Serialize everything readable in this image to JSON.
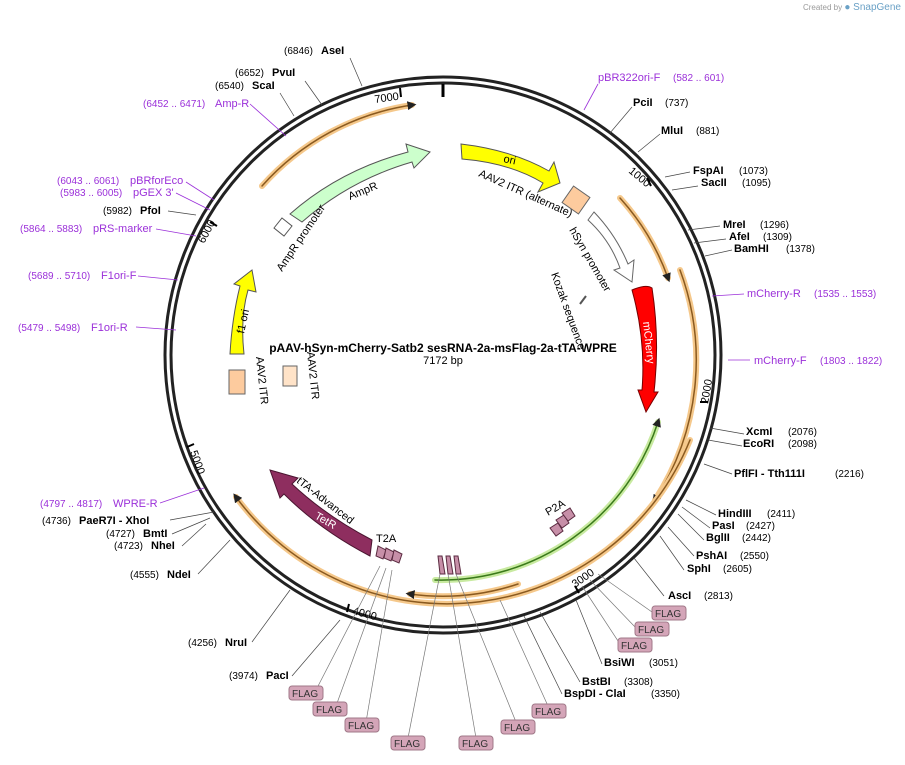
{
  "branding": {
    "created_by": "Created by",
    "brand": "SnapGene"
  },
  "map": {
    "title": "pAAV-hSyn-mCherry-Satb2 sesRNA-2a-msFlag-2a-tTA-WPRE",
    "length": "7172 bp",
    "ticks": [
      "1000",
      "2000",
      "3000",
      "4000",
      "5000",
      "6000",
      "7000"
    ]
  },
  "sites": [
    {
      "name": "AseI",
      "pos": "(6846)"
    },
    {
      "name": "PvuI",
      "pos": "(6652)"
    },
    {
      "name": "ScaI",
      "pos": "(6540)"
    },
    {
      "name": "PfoI",
      "pos": "(5982)"
    },
    {
      "name": "PciI",
      "pos": "(737)"
    },
    {
      "name": "MluI",
      "pos": "(881)"
    },
    {
      "name": "FspAI",
      "pos": "(1073)"
    },
    {
      "name": "SacII",
      "pos": "(1095)"
    },
    {
      "name": "MreI",
      "pos": "(1296)"
    },
    {
      "name": "AfeI",
      "pos": "(1309)"
    },
    {
      "name": "BamHI",
      "pos": "(1378)"
    },
    {
      "name": "XcmI",
      "pos": "(2076)"
    },
    {
      "name": "EcoRI",
      "pos": "(2098)"
    },
    {
      "name": "PflFI - Tth111I",
      "pos": "(2216)"
    },
    {
      "name": "HindIII",
      "pos": "(2411)"
    },
    {
      "name": "PasI",
      "pos": "(2427)"
    },
    {
      "name": "BglII",
      "pos": "(2442)"
    },
    {
      "name": "PshAI",
      "pos": "(2550)"
    },
    {
      "name": "SphI",
      "pos": "(2605)"
    },
    {
      "name": "AscI",
      "pos": "(2813)"
    },
    {
      "name": "BsiWI",
      "pos": "(3051)"
    },
    {
      "name": "BstBI",
      "pos": "(3308)"
    },
    {
      "name": "BspDI - ClaI",
      "pos": "(3350)"
    },
    {
      "name": "PaeR7I - XhoI",
      "pos": "(4736)"
    },
    {
      "name": "BmtI",
      "pos": "(4727)"
    },
    {
      "name": "NheI",
      "pos": "(4723)"
    },
    {
      "name": "NdeI",
      "pos": "(4555)"
    },
    {
      "name": "NruI",
      "pos": "(4256)"
    },
    {
      "name": "PacI",
      "pos": "(3974)"
    }
  ],
  "primers": [
    {
      "name": "Amp-R",
      "pos": "(6452 .. 6471)"
    },
    {
      "name": "pBRforEco",
      "pos": "(6043 .. 6061)"
    },
    {
      "name": "pGEX 3'",
      "pos": "(5983 .. 6005)"
    },
    {
      "name": "pRS-marker",
      "pos": "(5864 .. 5883)"
    },
    {
      "name": "F1ori-F",
      "pos": "(5689 .. 5710)"
    },
    {
      "name": "F1ori-R",
      "pos": "(5479 .. 5498)"
    },
    {
      "name": "WPRE-R",
      "pos": "(4797 .. 4817)"
    },
    {
      "name": "pBR322ori-F",
      "pos": "(582 .. 601)"
    },
    {
      "name": "mCherry-R",
      "pos": "(1535 .. 1553)"
    },
    {
      "name": "mCherry-F",
      "pos": "(1803 .. 1822)"
    }
  ],
  "features": {
    "ori": "ori",
    "aav2_itr_alt": "AAV2 ITR (alternate)",
    "hsyn": "hSyn promoter",
    "kozak": "Kozak sequence",
    "mcherry": "mCherry",
    "ampr": "AmpR",
    "ampr_promoter": "AmpR promoter",
    "f1_ori": "f1 ori",
    "aav2_itr_left": "AAV2 ITR",
    "aav2_itr_right": "AAV2 ITR",
    "tta": "tTA-Advanced",
    "tetr": "TetR",
    "t2a": "T2A",
    "p2a": "P2A"
  },
  "flag_label": "FLAG",
  "colors": {
    "backbone": "#222222",
    "primer": "#9b30d9",
    "ori": "#ffff00",
    "mcherry": "#ff0000",
    "ampr": "#ccffcc",
    "itr": "#fdcb9e",
    "tta": "#8e2e5f",
    "flag": "#d4a5b8",
    "wpre_arc": "#f5c88b",
    "green_arc": "#7fc940"
  }
}
